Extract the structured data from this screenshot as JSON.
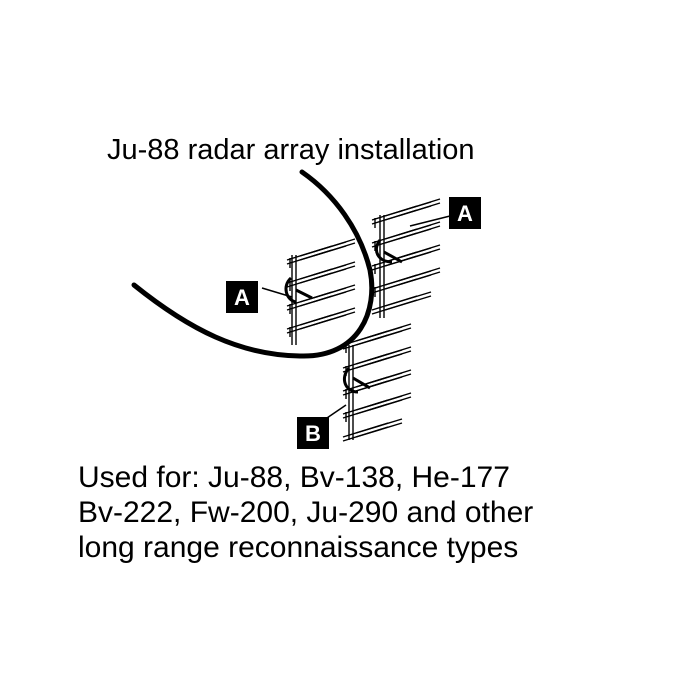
{
  "title": "Ju-88 radar array installation",
  "markers": {
    "a_top": "A",
    "a_left": "A",
    "b": "B"
  },
  "caption": {
    "line1": "Used for: Ju-88, Bv-138, He-177",
    "line2": "Bv-222, Fw-200, Ju-290 and other",
    "line3": "long range reconnaissance types"
  },
  "colors": {
    "ink": "#000000",
    "background": "#ffffff",
    "marker_text": "#ffffff"
  }
}
